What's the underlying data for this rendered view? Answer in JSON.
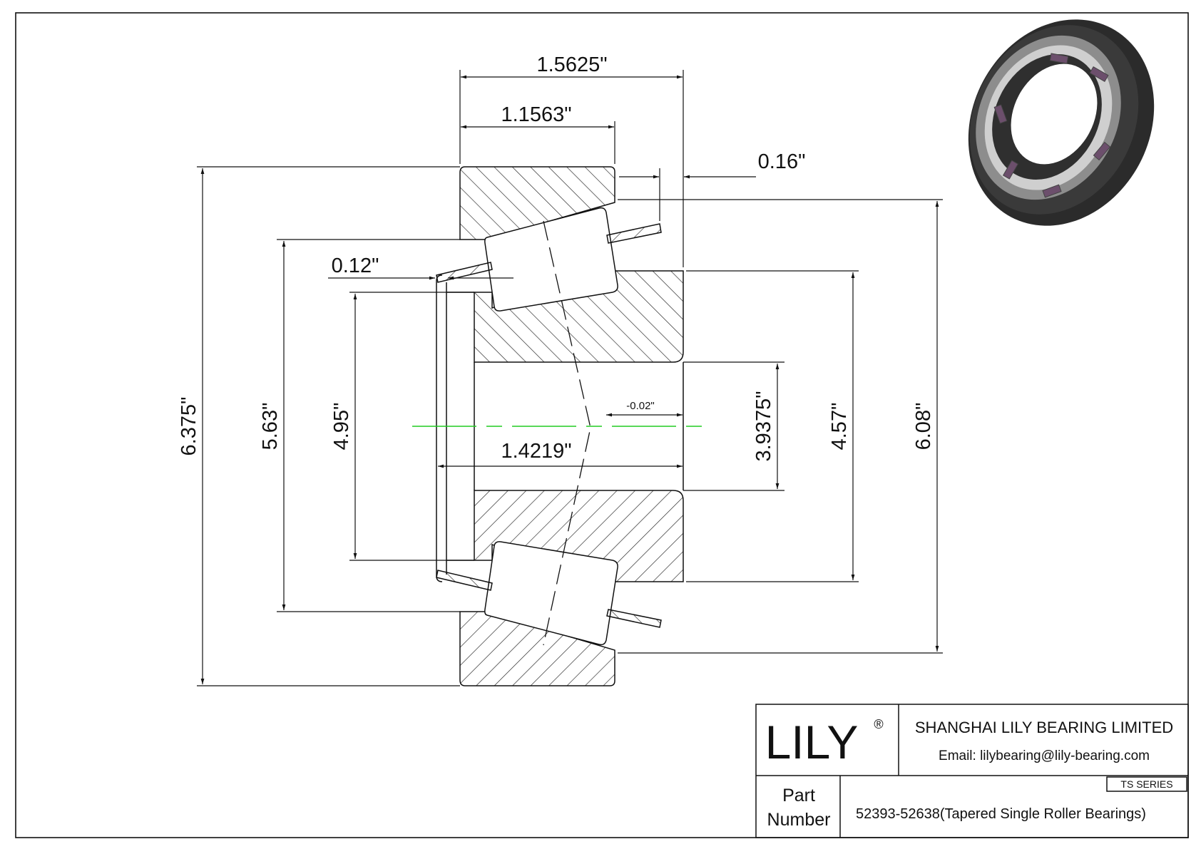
{
  "dimensions": {
    "width_overall": "1.5625\"",
    "width_cup": "1.1563\"",
    "offset_right": "0.16\"",
    "offset_left": "0.12\"",
    "outer_diameter": "6.375\"",
    "cup_raceway_diameter": "5.63\"",
    "cone_backface_diameter": "4.95\"",
    "bore": "3.9375\"",
    "cone_rib_diameter": "4.57\"",
    "cup_inner_diameter": "6.08\"",
    "width_cone": "1.4219\"",
    "effective_center": "-0.02\""
  },
  "title_block": {
    "logo": "LILY",
    "logo_mark": "®",
    "company": "SHANGHAI LILY BEARING LIMITED",
    "email": "Email: lilybearing@lily-bearing.com",
    "part_label_line1": "Part",
    "part_label_line2": "Number",
    "series": "TS SERIES",
    "part_number": "52393-52638(Tapered Single Roller Bearings)"
  },
  "colors": {
    "line": "#111111",
    "centerline": "#22cc22",
    "hatch": "#222222",
    "bearing_dark": "#2b2b2b"
  }
}
